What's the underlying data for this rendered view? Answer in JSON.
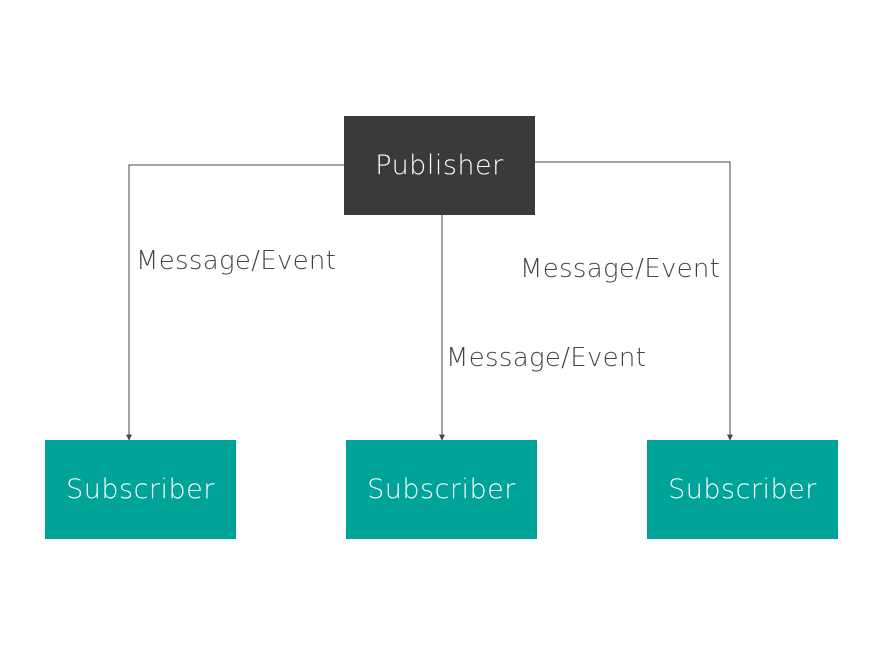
{
  "diagram": {
    "publisher": {
      "label": "Publisher"
    },
    "subscribers": [
      {
        "label": "Subscriber"
      },
      {
        "label": "Subscriber"
      },
      {
        "label": "Subscriber"
      }
    ],
    "edge_labels": [
      "Message/Event",
      "Message/Event",
      "Message/Event"
    ]
  },
  "colors": {
    "publisher_fill": "#3a3a3a",
    "subscriber_fill": "#00a398",
    "connector": "#444444",
    "label_text": "#444444"
  }
}
